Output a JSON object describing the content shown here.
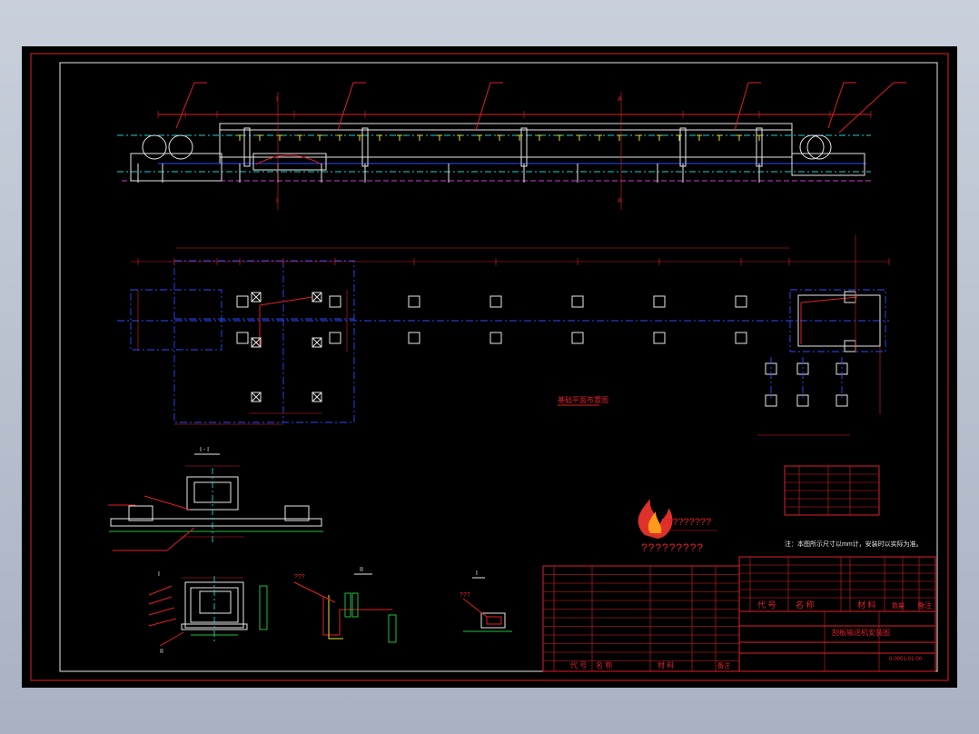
{
  "logo": {
    "name_text": "?????????",
    "tagline_text": "?????????",
    "colors": {
      "flame_outer": "#e0302a",
      "flame_inner": "#ff9a1c",
      "text": "#e0202a"
    }
  },
  "labels": {
    "section_I_top": "I",
    "section_I_bottom": "I",
    "section_A_top": "A",
    "section_A_bottom": "A",
    "section_I_I": "I - I",
    "detail_I": "I",
    "detail_II": "II",
    "detail_I2": "I",
    "callout_q1": "???",
    "callout_q2": "???",
    "plan_caption": "基础平面布置图",
    "note": "注：本图所示尺寸以mm计，安装时以实际为准。",
    "drawing_title": "刮板输送机安装图",
    "drawing_number": "0-0001-01-00"
  },
  "table_headers": {
    "code": "代 号",
    "name": "名 称",
    "qty": "数量",
    "material": "材 料",
    "remark": "备注"
  },
  "colors": {
    "background": "#000000",
    "frame": "#e0202a",
    "geometry": "#2a4dff",
    "centerline": "#19d5d5",
    "outline": "#e8e8e8",
    "accent": "#e6e020"
  }
}
